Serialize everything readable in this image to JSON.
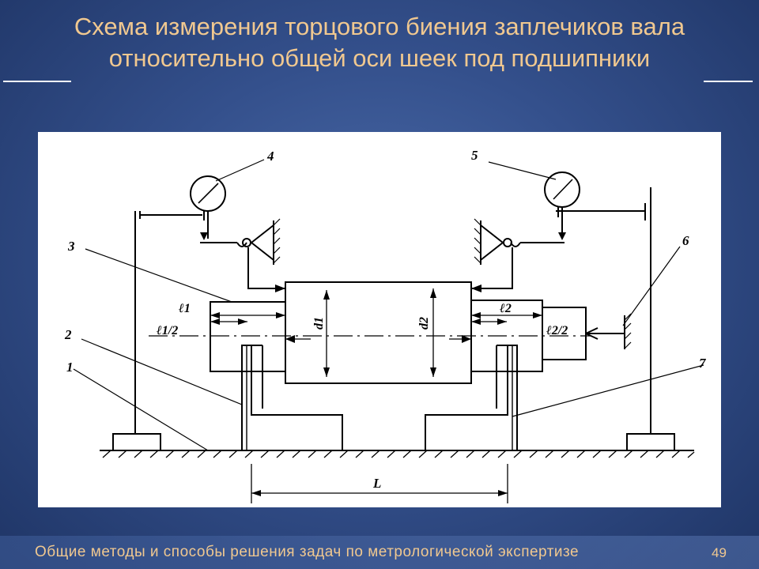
{
  "slide": {
    "title_line1": "Схема измерения торцового биения заплечиков вала",
    "title_line2": "относительно общей оси шеек под подшипники",
    "footer": "Общие методы и способы решения задач по метрологической экспертизе",
    "page_number": "49"
  },
  "diagram": {
    "labels": {
      "n1": "1",
      "n2": "2",
      "n3": "3",
      "n4": "4",
      "n5": "5",
      "n6": "6",
      "n7": "7",
      "l1": "ℓ1",
      "l1_half": "ℓ1/2",
      "l2": "ℓ2",
      "l2_half": "ℓ2/2",
      "d1": "d1",
      "d2": "d2",
      "L": "L"
    }
  }
}
